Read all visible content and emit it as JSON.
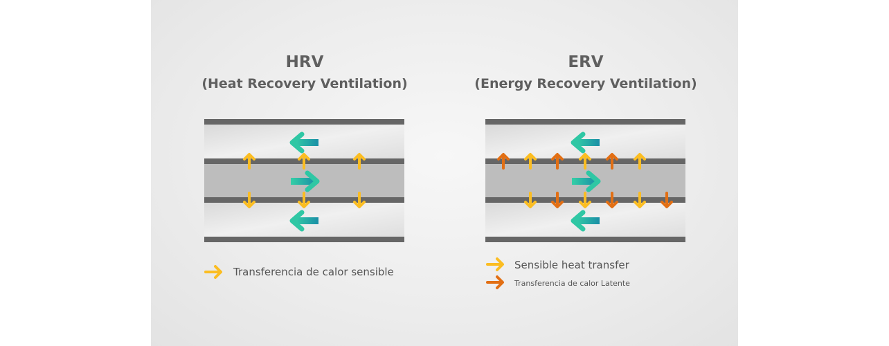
{
  "hrv": {
    "title": "HRV",
    "subtitle": "(Heat Recovery Ventilation)",
    "legend": [
      {
        "label": "Transferencia de calor sensible",
        "color": "#fbbd22"
      }
    ]
  },
  "erv": {
    "title": "ERV",
    "subtitle": "(Energy Recovery Ventilation)",
    "legend": [
      {
        "label": "Sensible heat transfer",
        "color": "#fbbd22"
      },
      {
        "label": "Transferencia de calor Latente",
        "color": "#e26f14"
      }
    ]
  },
  "colors": {
    "wall": "#666666",
    "channel_outer": "#e5e5e5",
    "channel_middle": "#bdbdbd",
    "airflow": "#2fc7a4",
    "airflow_dark": "#1c8fa3",
    "sensible": "#fbbd22",
    "latent": "#e26f14"
  }
}
